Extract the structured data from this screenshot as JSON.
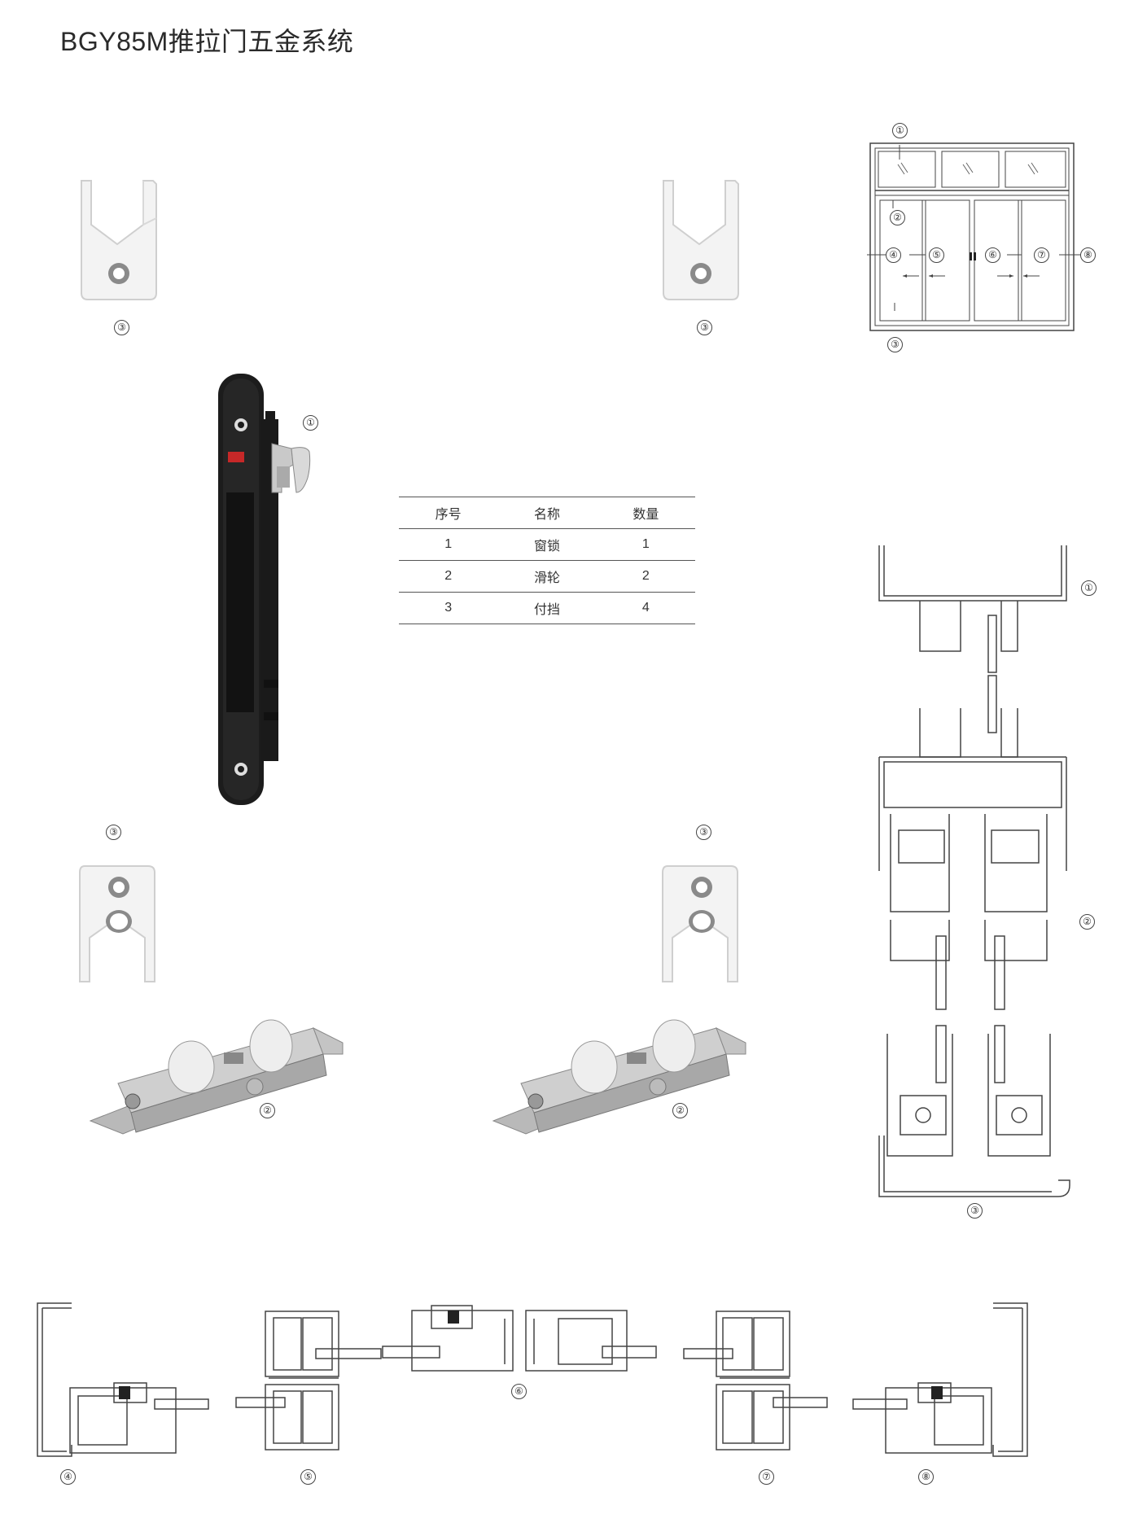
{
  "page_title": "BGY85M推拉门五金系统",
  "parts_table": {
    "headers": [
      "序号",
      "名称",
      "数量"
    ],
    "rows": [
      [
        "1",
        "窗锁",
        "1"
      ],
      [
        "2",
        "滑轮",
        "2"
      ],
      [
        "3",
        "付挡",
        "4"
      ]
    ]
  },
  "callouts": {
    "c1": "①",
    "c2": "②",
    "c3": "③",
    "c4": "④",
    "c5": "⑤",
    "c6": "⑥",
    "c7": "⑦",
    "c8": "⑧"
  }
}
